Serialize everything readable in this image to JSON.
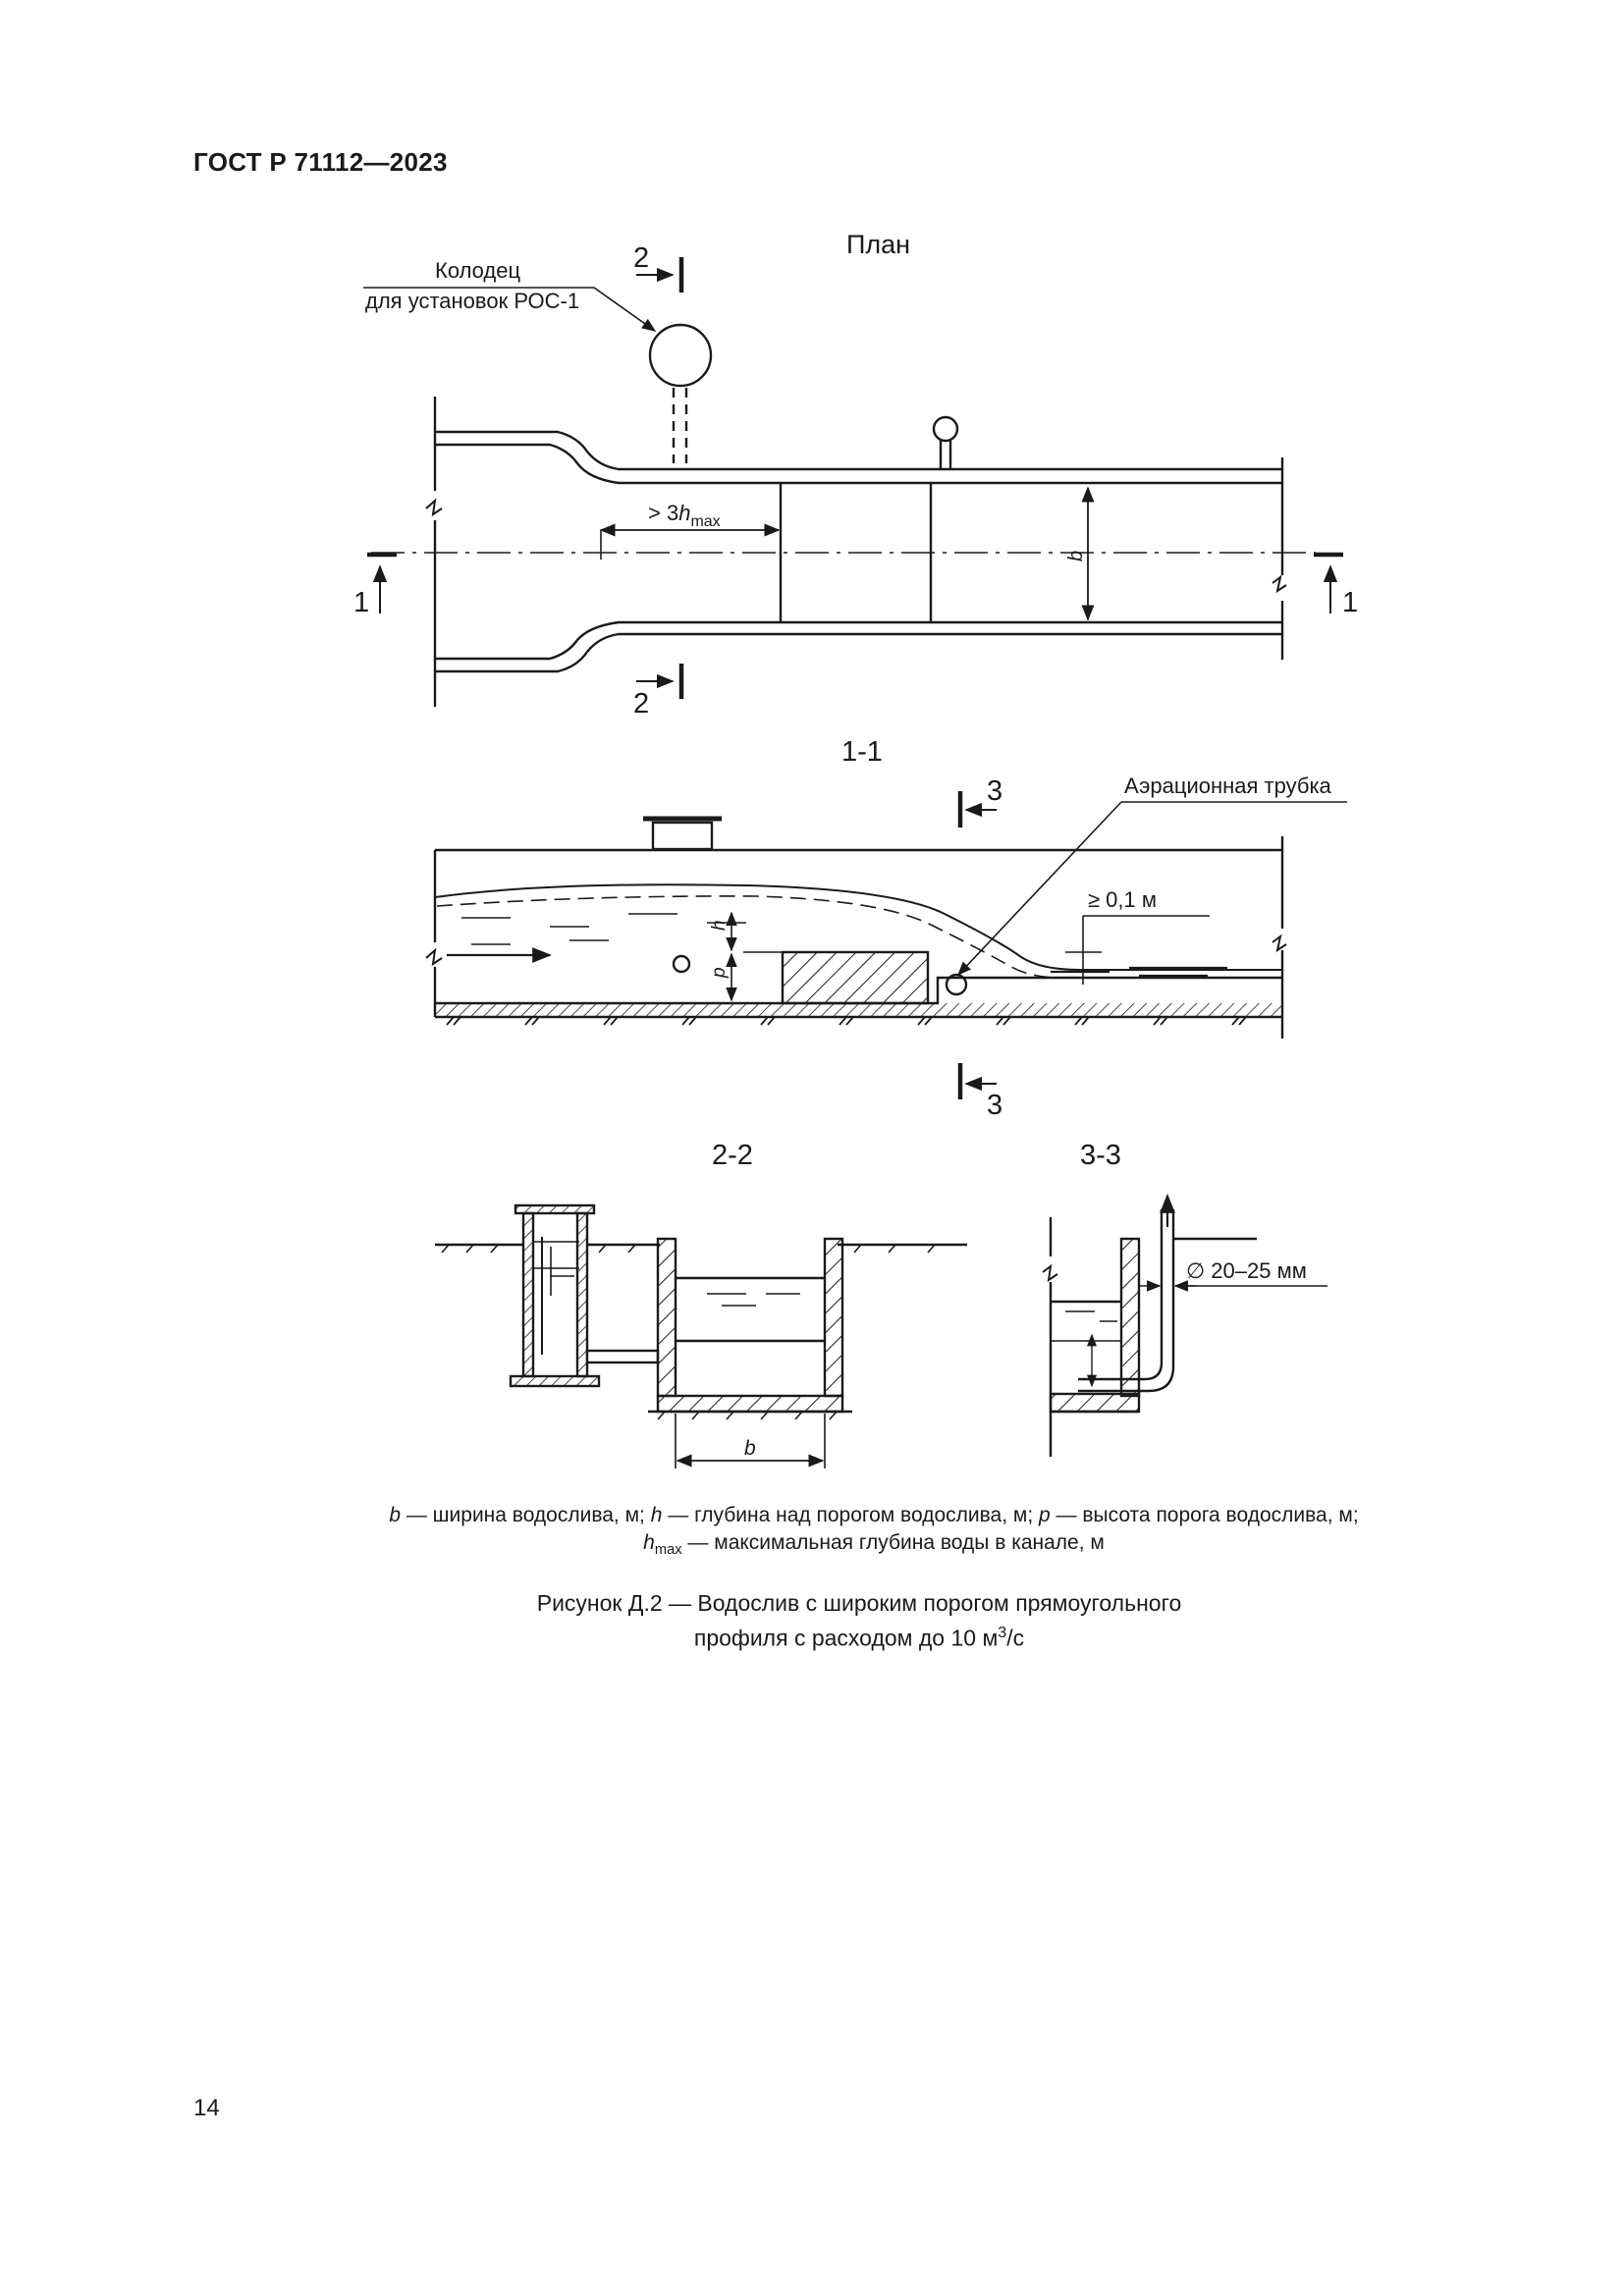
{
  "header": {
    "doc_id": "ГОСТ Р 71112—2023"
  },
  "plan": {
    "title": "План",
    "well_label_line1": "Колодец",
    "well_label_line2": "для установок РОС-1",
    "dim_prefix": "> 3",
    "dim_h": "h",
    "dim_sub": "max",
    "b_label": "b",
    "sec2": "2",
    "sec1": "1"
  },
  "section11": {
    "title": "1-1",
    "aeration_label": "Аэрационная трубка",
    "dim_label": "≥ 0,1 м",
    "h_label": "h",
    "p_label": "p",
    "sec3": "3"
  },
  "section22": {
    "title": "2-2",
    "b_label": "b"
  },
  "section33": {
    "title": "3-3",
    "diameter_label": "∅ 20–25 мм"
  },
  "legend": {
    "b_sym": "b",
    "b_text": " — ширина водослива, м; ",
    "h_sym": "h",
    "h_text": " — глубина над порогом водослива, м; ",
    "p_sym": "p",
    "p_text": " — высота порога водослива, м;",
    "hmax_sym": "h",
    "hmax_sub": "max",
    "hmax_text": " — максимальная глубина воды в канале, м"
  },
  "caption": {
    "line1": "Рисунок Д.2 — Водослив с широким порогом прямоугольного",
    "line2_prefix": "профиля с расходом до 10 м",
    "line2_sup": "3",
    "line2_suffix": "/с"
  },
  "page_number": "14"
}
